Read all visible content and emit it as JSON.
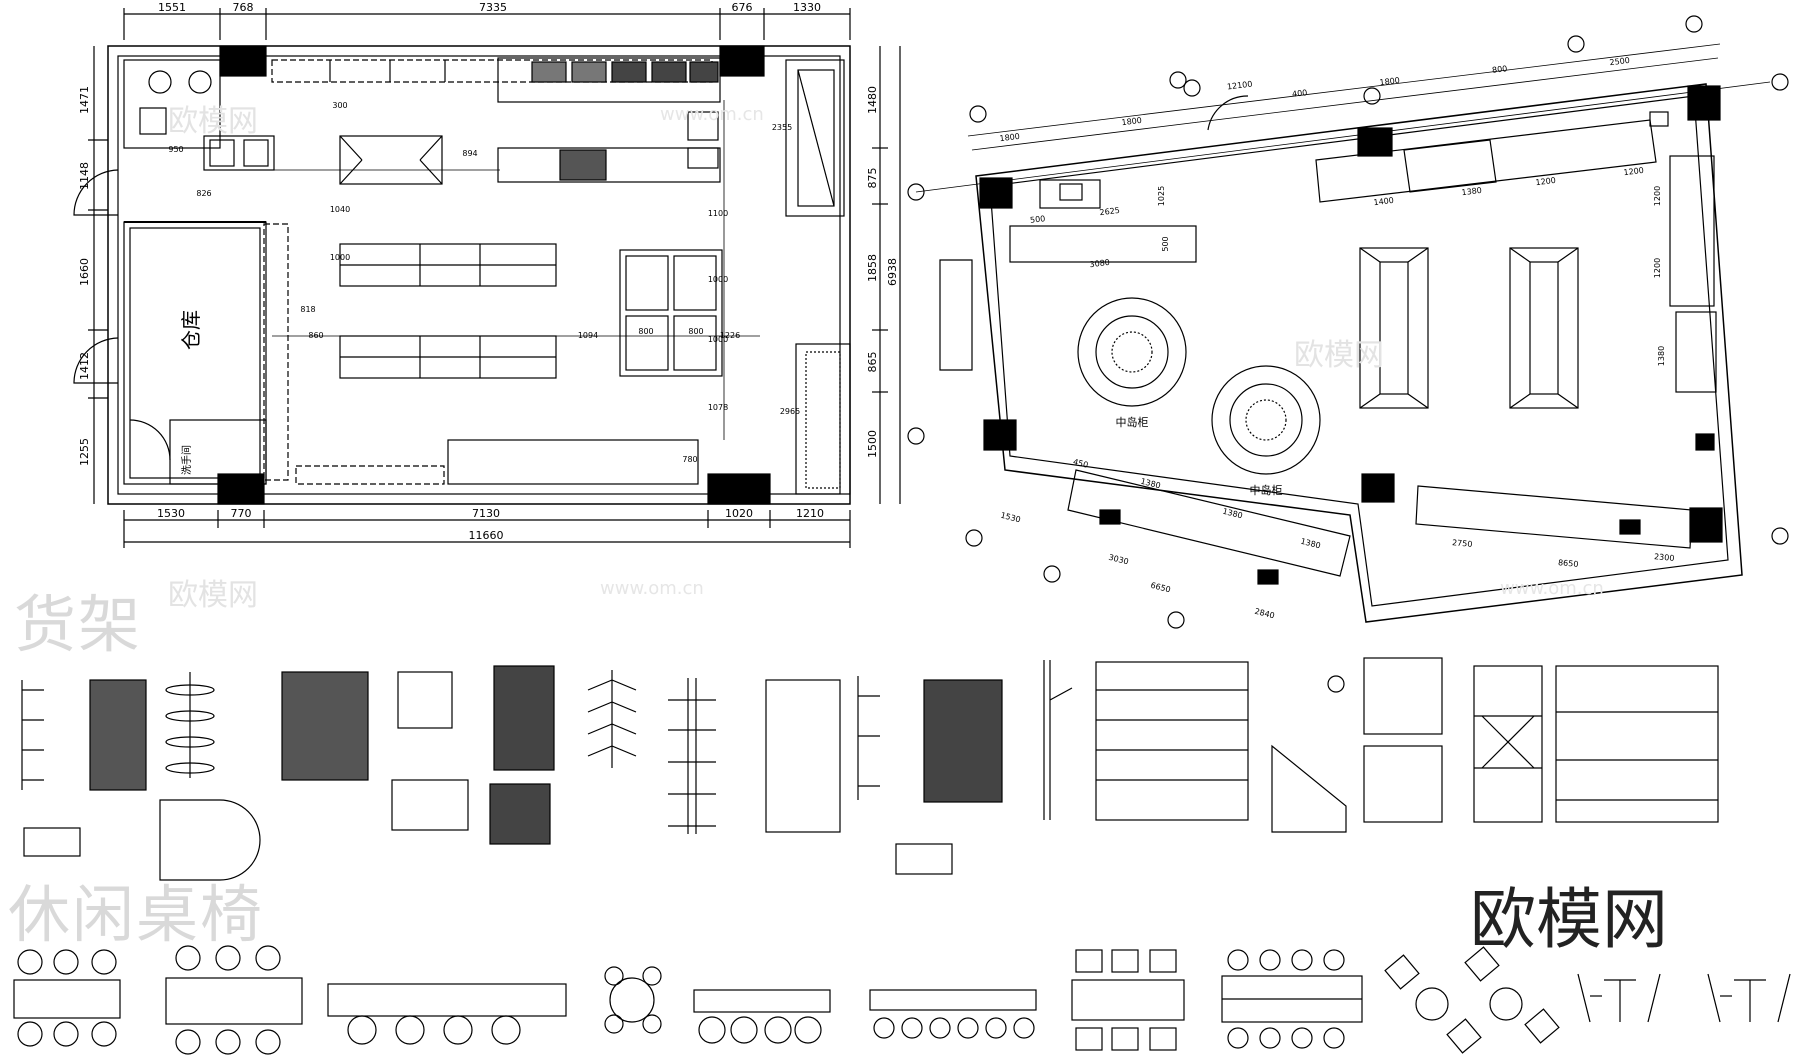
{
  "plan_left": {
    "dims_top": [
      "1551",
      "768",
      "7335",
      "676",
      "1330"
    ],
    "dims_bottom": [
      "1530",
      "770",
      "7130",
      "1020",
      "1210"
    ],
    "dim_total": "11660",
    "dims_left": [
      "1471",
      "1148",
      "1660",
      "1412",
      "1255"
    ],
    "dims_right": [
      "1480",
      "875",
      "1858",
      "865",
      "1500"
    ],
    "dim_right_total": "6938",
    "room_label": "仓库",
    "small_room_label": "洗手间",
    "inner_dims": [
      "950",
      "826",
      "894",
      "860",
      "1094",
      "1226",
      "818",
      "1040",
      "300",
      "1100",
      "1000",
      "800",
      "800",
      "780",
      "2355",
      "2965",
      "1000",
      "1078",
      "1000"
    ]
  },
  "plan_right": {
    "dims": [
      "1800",
      "1800",
      "12100",
      "400",
      "1800",
      "800",
      "2500",
      "2625",
      "1025",
      "500",
      "3080",
      "500",
      "1400",
      "1380",
      "1200",
      "1200",
      "1200",
      "1200",
      "1380",
      "450",
      "1380",
      "1380",
      "1380",
      "1530",
      "3030",
      "6650",
      "2840",
      "2750",
      "8650",
      "2300"
    ],
    "island_labels": [
      "中岛柜",
      "中岛柜"
    ]
  },
  "sections": {
    "shelves": "货架",
    "leisure": "休闲桌椅"
  },
  "brand": "欧模网",
  "watermark": "欧模网",
  "watermark_url": "www.om.cn",
  "colors": {
    "line": "#000000",
    "watermark": "#e3e3e3",
    "title_gray": "#d9d9d9"
  }
}
